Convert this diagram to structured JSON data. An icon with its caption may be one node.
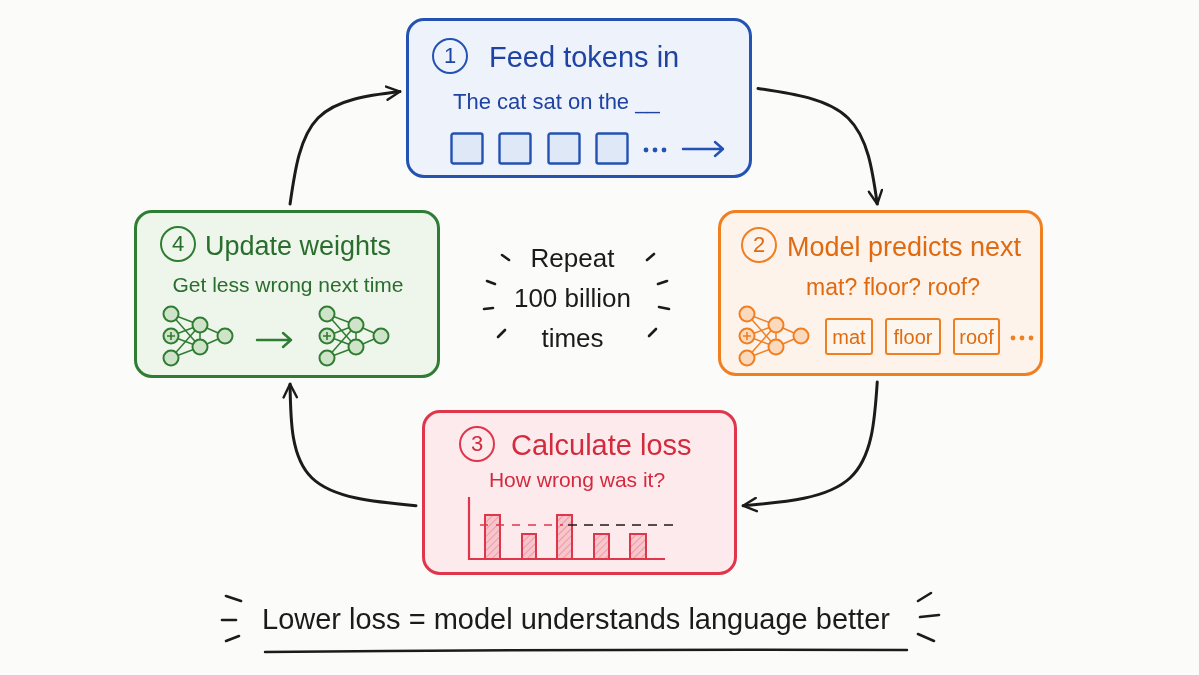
{
  "diagram": {
    "nodes": [
      {
        "text": [
          "Feed tokens in",
          "The cat sat on the __"
        ]
      },
      {
        "text": [
          "1"
        ],
        "in": 0
      },
      {
        "text": [
          "Model predicts next",
          "mat? floor? roof?"
        ]
      },
      {
        "text": [
          "2"
        ],
        "in": 2
      },
      {
        "text": [
          "mat"
        ],
        "in": 2
      },
      {
        "text": [
          "floor"
        ],
        "in": 2
      },
      {
        "text": [
          "roof"
        ],
        "in": 2
      },
      {
        "text": [
          "Calculate loss",
          "How wrong was it?"
        ]
      },
      {
        "text": [
          "3"
        ],
        "in": 7
      },
      {
        "text": [
          "Update weights",
          "Get less wrong next time"
        ]
      },
      {
        "text": [
          "4"
        ],
        "in": 9
      }
    ],
    "edges": [
      {
        "from": 0,
        "to": 2,
        "arrow": "to"
      },
      {
        "from": 2,
        "to": 7,
        "arrow": "to"
      },
      {
        "from": 7,
        "to": 9,
        "arrow": "to"
      },
      {
        "from": 9,
        "to": 0,
        "arrow": "to"
      }
    ],
    "labels": [
      "Repeat 100 billion times",
      "Lower loss = model understands language better"
    ]
  }
}
